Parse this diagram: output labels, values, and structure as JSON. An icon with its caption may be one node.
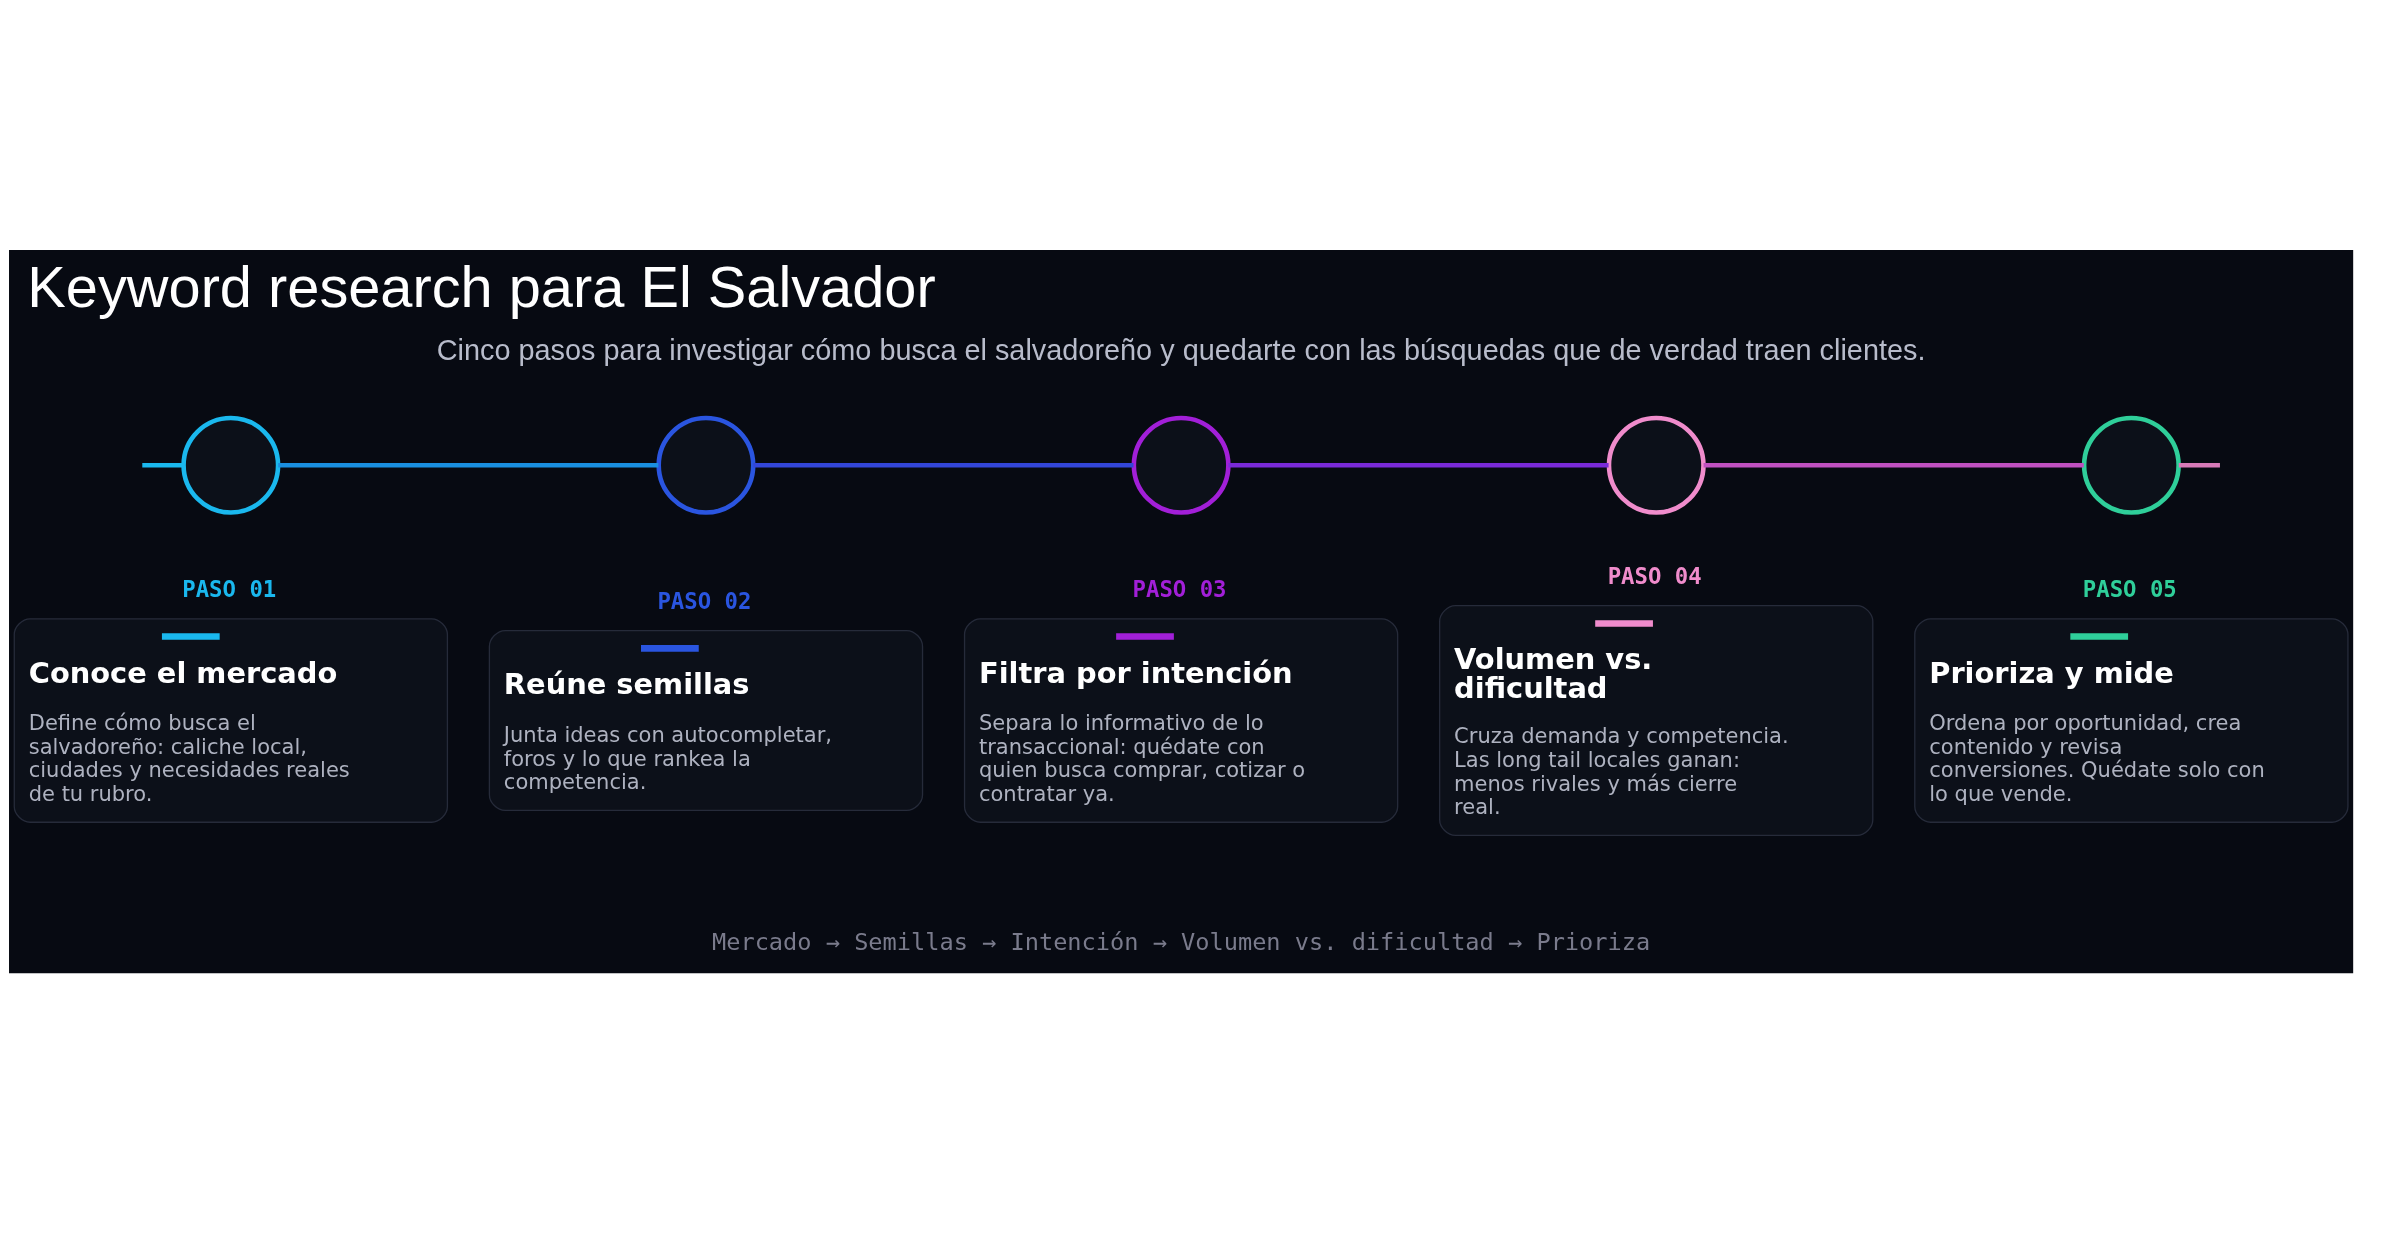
{
  "diagram": {
    "title": "Keyword research para El Salvador",
    "nodes": [
      {
        "text": [],
        "shape": "circle"
      },
      {
        "text": [],
        "shape": "circle"
      },
      {
        "text": [],
        "shape": "circle"
      },
      {
        "text": [],
        "shape": "circle"
      },
      {
        "text": [],
        "shape": "circle"
      },
      {
        "text": [
          "PASO 01",
          "Conoce el mercado",
          "Define cómo busca el salvadoreño: caliche local, ciudades y necesidades reales de tu rubro."
        ]
      },
      {
        "text": [
          "PASO 02",
          "Reúne semillas",
          "Junta ideas con autocompletar, foros y lo que rankea la competencia."
        ]
      },
      {
        "text": [
          "PASO 03",
          "Filtra por intención",
          "Separa lo informativo de lo transaccional: quédate con quien busca comprar, cotizar o contratar ya."
        ]
      },
      {
        "text": [
          "PASO 04",
          "Volumen vs. dificultad",
          "Cruza demanda y competencia. Las long tail locales ganan: menos rivales y más cierre real."
        ]
      },
      {
        "text": [
          "PASO 05",
          "Prioriza y mide",
          "Ordena por oportunidad, crea contenido y revisa conversiones. Quédate solo con lo que vende."
        ]
      }
    ],
    "edges": [
      {
        "from": null,
        "to": 0,
        "arrow": "none",
        "color": "#1ab8ee"
      },
      {
        "from": 0,
        "to": 1,
        "arrow": "none",
        "color": "#1a8fe0"
      },
      {
        "from": 1,
        "to": 2,
        "arrow": "none",
        "color": "#3346d8"
      },
      {
        "from": 2,
        "to": 3,
        "arrow": "none",
        "color": "#7a2ad8"
      },
      {
        "from": 3,
        "to": 4,
        "arrow": "none",
        "color": "#c050c0"
      },
      {
        "from": 4,
        "to": null,
        "arrow": "none",
        "color": "#d77ab8"
      }
    ],
    "labels": [
      "Cinco pasos para investigar cómo busca el salvadoreño y quedarte con las búsquedas que de verdad traen clientes.",
      "Mercado → Semillas → Intención → Volumen vs. dificultad → Prioriza"
    ]
  }
}
